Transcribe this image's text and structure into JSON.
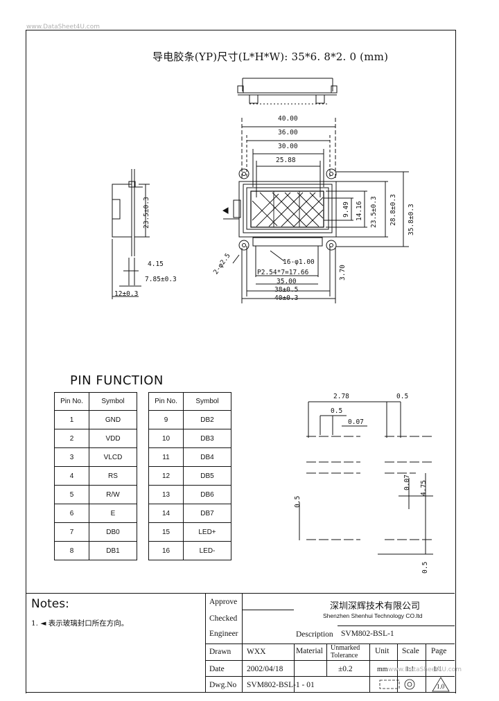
{
  "watermark_top": "www.DataSheet4U.com",
  "watermark_bottom": "www.DataSheet4U.com",
  "drawing_title": "导电胶条(YP)尺寸(L*H*W): 35*6. 8*2. 0 (mm)",
  "dimensions": {
    "w40": "40.00",
    "w36": "36.00",
    "w30": "30.00",
    "w2588": "25.88",
    "h949": "9.49",
    "h1416": "14.16",
    "h235": "23.5±0.3",
    "h288": "28.8±0.3",
    "h358": "35.8±0.3",
    "side235": "23.5±0.3",
    "d415": "4.15",
    "d785": "7.85±0.3",
    "d12": "12±0.3",
    "holes": "16-φ1.00",
    "pitch": "P2.54*7=17.66",
    "b35": "35.00",
    "b38": "38±0.5",
    "b40": "40±0.3",
    "d370": "3.70",
    "mount": "2-φ2.5",
    "det278": "2.78",
    "det05a": "0.5",
    "det05b": "0.5",
    "det007a": "0.07",
    "det007b": "0.07",
    "det475": "4.75",
    "det05c": "0.5",
    "det05d": "0.5"
  },
  "pin_section_title": "PIN FUNCTION",
  "pin_table_headers": [
    "Pin No.",
    "Symbol"
  ],
  "pins_left": [
    {
      "no": "1",
      "sym": "GND"
    },
    {
      "no": "2",
      "sym": "VDD"
    },
    {
      "no": "3",
      "sym": "VLCD"
    },
    {
      "no": "4",
      "sym": "RS"
    },
    {
      "no": "5",
      "sym": "R/W"
    },
    {
      "no": "6",
      "sym": "E"
    },
    {
      "no": "7",
      "sym": "DB0"
    },
    {
      "no": "8",
      "sym": "DB1"
    }
  ],
  "pins_right": [
    {
      "no": "9",
      "sym": "DB2"
    },
    {
      "no": "10",
      "sym": "DB3"
    },
    {
      "no": "11",
      "sym": "DB4"
    },
    {
      "no": "12",
      "sym": "DB5"
    },
    {
      "no": "13",
      "sym": "DB6"
    },
    {
      "no": "14",
      "sym": "DB7"
    },
    {
      "no": "15",
      "sym": "LED+"
    },
    {
      "no": "16",
      "sym": "LED-"
    }
  ],
  "notes": {
    "title": "Notes:",
    "item": "1.  ◄ 表示玻璃封口所在方向。"
  },
  "title_block": {
    "approve": "Approve",
    "checked": "Checked",
    "engineer": "Engineer",
    "drawn": "Drawn",
    "drawn_by": "WXX",
    "date_label": "Date",
    "date": "2002/04/18",
    "dwg_label": "Dwg.No",
    "dwg_no": "SVM802-BSL-1 - 01",
    "company_cn": "深圳深辉技术有限公司",
    "company_en": "Shenzhen Shenhui Technology CO.ltd",
    "description_label": "Description",
    "description": "SVM802-BSL-1",
    "material": "Material",
    "unmarked_tol_1": "Unmarked",
    "unmarked_tol_2": "Tolerance",
    "tolerance": "±0.2",
    "unit": "Unit",
    "unit_val": "mm",
    "scale": "Scale",
    "scale_val": "1:1",
    "page": "Page",
    "page_val": "1/1",
    "rev": "1.0"
  }
}
